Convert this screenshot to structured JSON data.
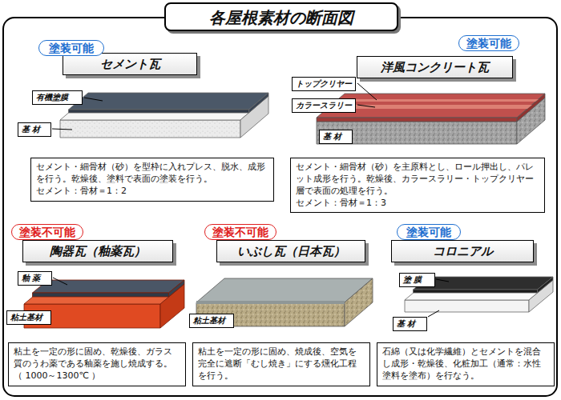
{
  "diagram": {
    "title": "各屋根素材の断面図",
    "nodes": [
      {
        "text": [
          "塗装可能"
        ]
      },
      {
        "text": [
          "セメント瓦"
        ]
      },
      {
        "text": [
          "有機塗膜"
        ]
      },
      {
        "text": [
          "基 材"
        ]
      },
      {
        "text": [
          "セメント・細骨材（砂）を型枠に入れプレス、脱水、成形を行う。乾燥後、塗料で表面の塗装を行う。",
          "セメント：骨材＝1：2"
        ]
      },
      {
        "text": [
          "塗装可能"
        ]
      },
      {
        "text": [
          "洋風コンクリート瓦"
        ]
      },
      {
        "text": [
          "トップクリヤー"
        ]
      },
      {
        "text": [
          "カラースラリー"
        ]
      },
      {
        "text": [
          "基 材"
        ]
      },
      {
        "text": [
          "セメント・細骨材（砂）を主原料とし、ロール押出し、パレット成形を行う。乾燥後、カラースラリー・トップクリヤー層で表面の処理を行う。",
          "セメント：骨材＝1：3"
        ]
      },
      {
        "text": [
          "塗装不可能"
        ]
      },
      {
        "text": [
          "陶器瓦（釉薬瓦）"
        ]
      },
      {
        "text": [
          "釉 薬"
        ]
      },
      {
        "text": [
          "粘土基材"
        ]
      },
      {
        "text": [
          "粘土を一定の形に固め、乾燥後、ガラス質のうわ薬である釉薬を施し焼成する。（ 1000～1300℃ ）"
        ]
      },
      {
        "text": [
          "塗装不可能"
        ]
      },
      {
        "text": [
          "いぶし瓦（日本瓦）"
        ]
      },
      {
        "text": [
          "粘土基材"
        ]
      },
      {
        "text": [
          "粘土を一定の形に固め、焼成後、空気を完全に遮断「むし焼き」にする燻化工程を行う。"
        ]
      },
      {
        "text": [
          "塗装可能"
        ]
      },
      {
        "text": [
          "コロニアル"
        ]
      },
      {
        "text": [
          "塗 膜"
        ]
      },
      {
        "text": [
          "基 材"
        ]
      },
      {
        "text": [
          "石綿（又は化学繊維）とセメントを混合し成形・乾燥後、化粧加工（通常：水性塗料を塗布）を行なう。"
        ]
      }
    ]
  }
}
